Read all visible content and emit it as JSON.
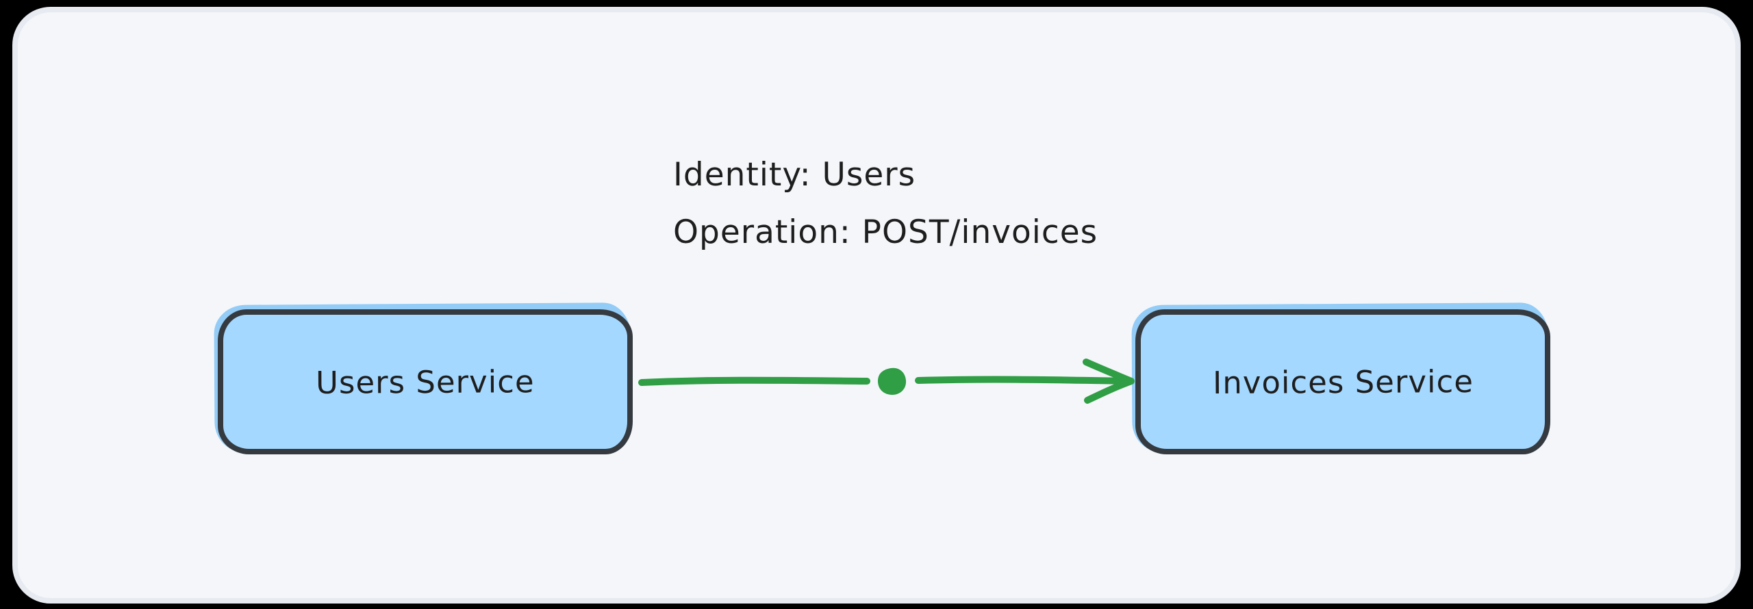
{
  "canvas": {
    "outer_background": "#000000",
    "board_background": "#f4f6f9",
    "board_edge": "#e7ebf1"
  },
  "diagram": {
    "annotation": {
      "line1": "Identity: Users",
      "line2": "Operation: POST/invoices"
    },
    "nodes": [
      {
        "id": "users-service",
        "label": "Users Service"
      },
      {
        "id": "invoices-service",
        "label": "Invoices Service"
      }
    ],
    "edge": {
      "from": "users-service",
      "to": "invoices-service",
      "shape": "arrow-with-midpoint-dot",
      "direction": "left-to-right"
    },
    "colors": {
      "node_fill": "#a5d8ff",
      "node_overshoot": "#93ccf7",
      "node_border": "#343a40",
      "text": "#1e1e1e",
      "arrow": "#2f9e44"
    }
  }
}
